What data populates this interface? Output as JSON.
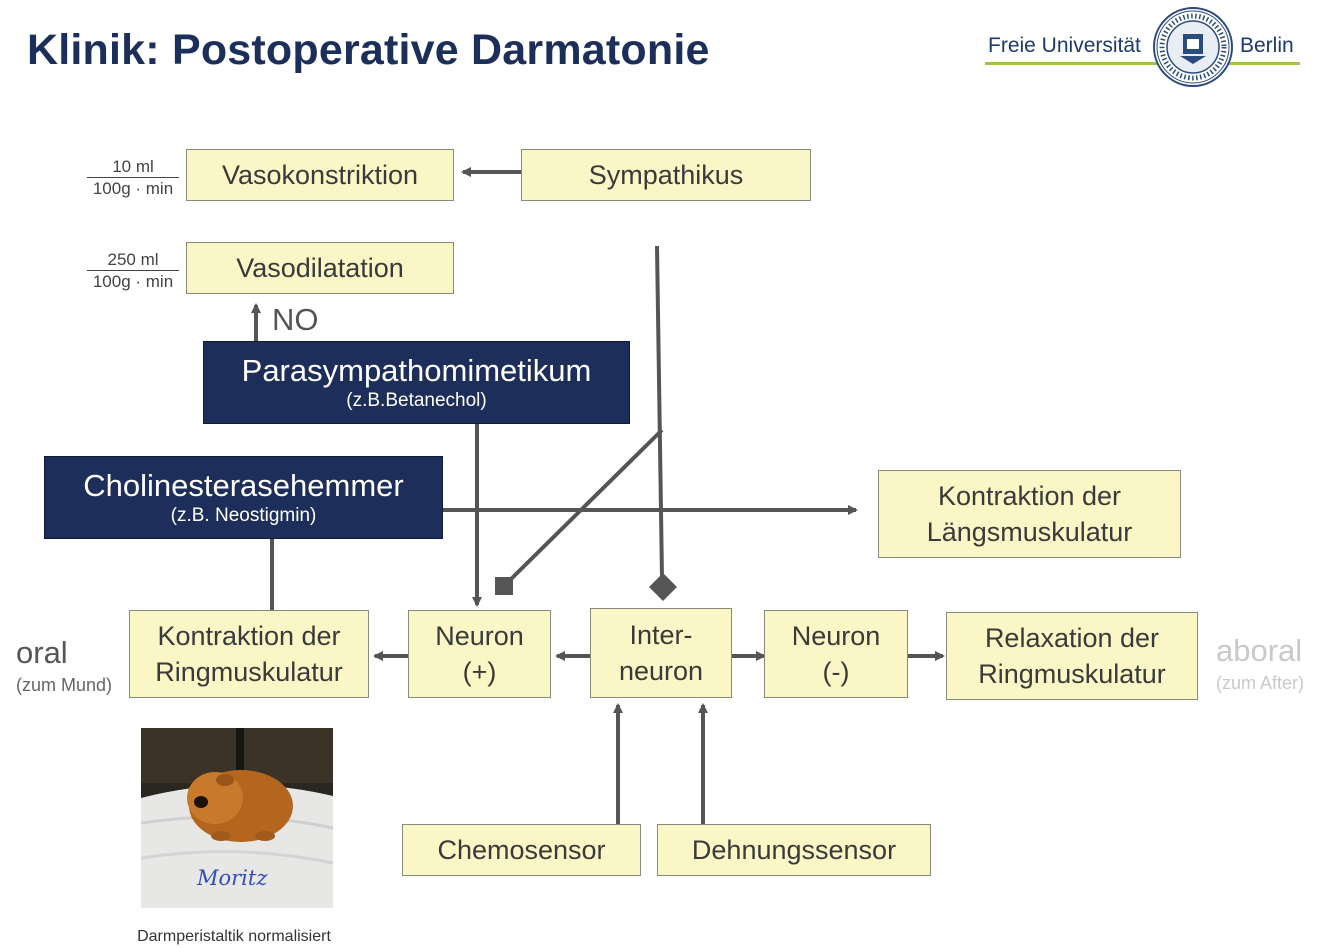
{
  "title": "Klinik: Postoperative Darmatonie",
  "logo": {
    "left_text": "Freie Universität",
    "right_text": "Berlin",
    "seal": "university-seal-icon",
    "accent": "#a2c24a"
  },
  "colors": {
    "box_fill": "#fbf6c6",
    "dark_fill": "#1e2e5a",
    "arrow": "#555555",
    "title": "#1c2e5a"
  },
  "flow_rates": {
    "constriction": {
      "numerator": "10 ml",
      "denominator": "100g · min"
    },
    "dilatation": {
      "numerator": "250 ml",
      "denominator": "100g · min"
    }
  },
  "boxes": {
    "vasokonstriktion": "Vasokonstriktion",
    "sympathikus": "Sympathikus",
    "vasodilatation": "Vasodilatation",
    "kontraktion_laengs_1": "Kontraktion der",
    "kontraktion_laengs_2": "Längsmuskulatur",
    "kontraktion_ring_1": "Kontraktion der",
    "kontraktion_ring_2": "Ringmuskulatur",
    "neuron_plus_1": "Neuron",
    "neuron_plus_2": "(+)",
    "interneuron_1": "Inter-",
    "interneuron_2": "neuron",
    "neuron_minus_1": "Neuron",
    "neuron_minus_2": "(-)",
    "relaxation_1": "Relaxation der",
    "relaxation_2": "Ringmuskulatur",
    "chemosensor": "Chemosensor",
    "dehnungssensor": "Dehnungssensor"
  },
  "drugs": {
    "parasympathomimetikum": {
      "name": "Parasympathomimetikum",
      "example": "(z.B.Betanechol)"
    },
    "cholinesterasehemmer": {
      "name": "Cholinesterasehemmer",
      "example": "(z.B. Neostigmin)"
    }
  },
  "no_label": "NO",
  "orientation": {
    "oral": "oral",
    "oral_sub": "(zum Mund)",
    "aboral": "aboral",
    "aboral_sub": "(zum After)"
  },
  "photo": {
    "signature": "Moritz",
    "caption": "Darmperistaltik normalisiert"
  }
}
